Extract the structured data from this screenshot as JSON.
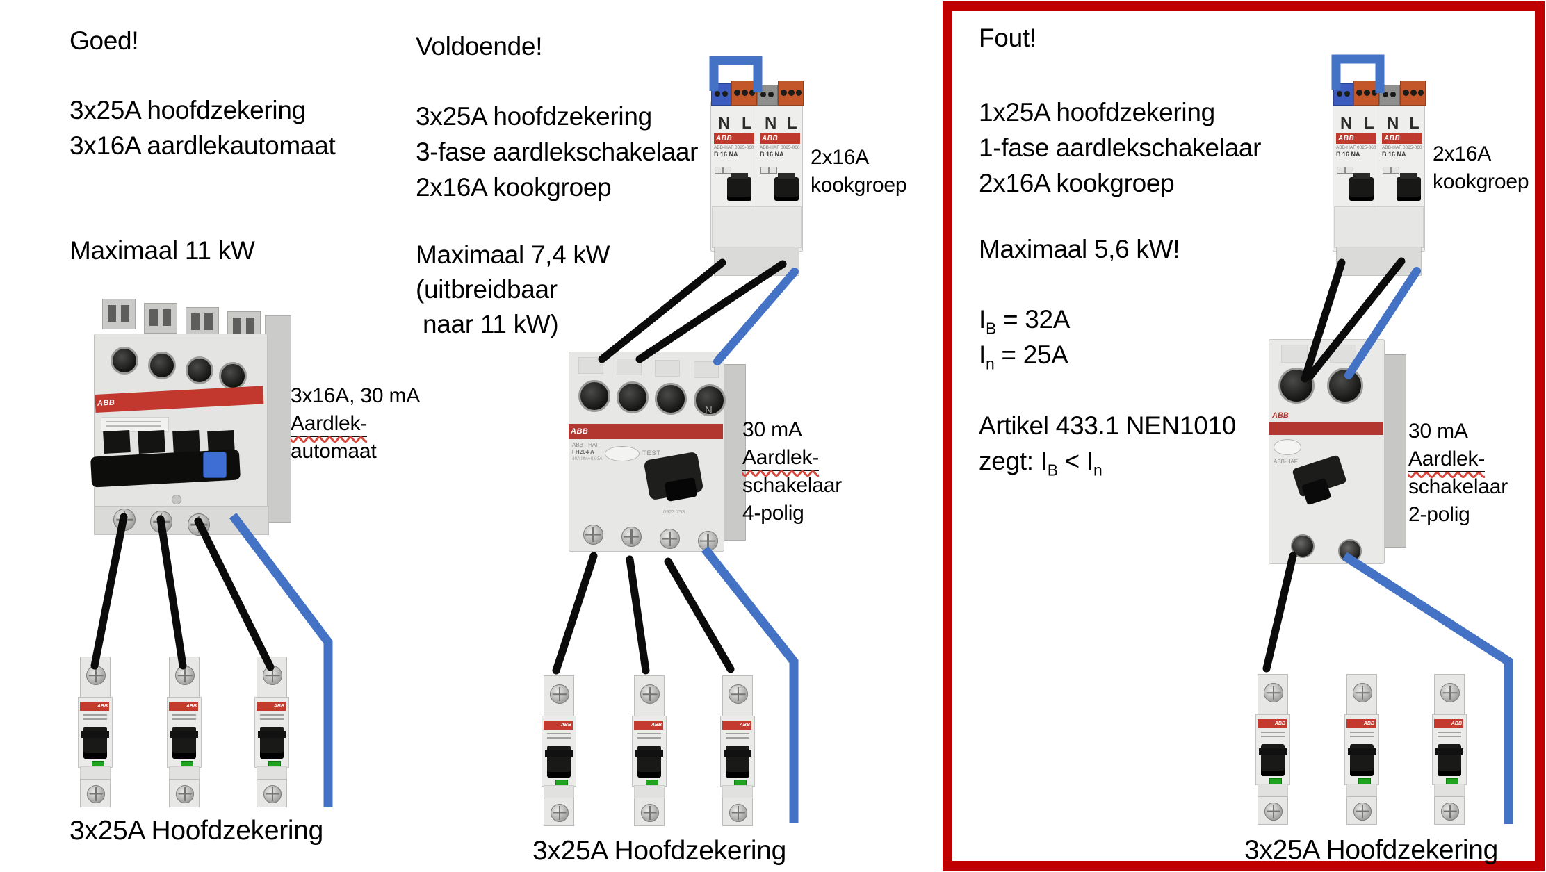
{
  "colors": {
    "wire_blue": "#4472c4",
    "wire_black": "#0b0b0b",
    "panel_red": "#c00000",
    "abb_red": "#bf392e",
    "indicator_green": "#1ea31e"
  },
  "panel_goed": {
    "title": "Goed!",
    "spec_line1": "3x25A hoofdzekering",
    "spec_line2": "3x16A aardlekautomaat",
    "max_line": "Maximaal 11 kW",
    "device_label_line1": "3x16A, 30 mA",
    "device_label_line2": "Aardlek-",
    "device_label_line3": "automaat",
    "bottom_label": "3x25A Hoofdzekering"
  },
  "panel_voldoende": {
    "title": "Voldoende!",
    "spec_line1": "3x25A hoofdzekering",
    "spec_line2": "3-fase aardlekschakelaar",
    "spec_line3": "2x16A kookgroep",
    "max_line1": "Maximaal 7,4 kW",
    "max_line2": "(uitbreidbaar",
    "max_line3": " naar 11 kW)",
    "kookgroep_label_line1": "2x16A",
    "kookgroep_label_line2": "kookgroep",
    "rcd_label_line1": "30 mA",
    "rcd_label_line2": "Aardlek-",
    "rcd_label_line3": "schakelaar",
    "rcd_label_line4": "4-polig",
    "bottom_label": "3x25A Hoofdzekering"
  },
  "panel_fout": {
    "title": "Fout!",
    "spec_line1": "1x25A hoofdzekering",
    "spec_line2": "1-fase aardlekschakelaar",
    "spec_line3": "2x16A kookgroep",
    "max_line": "Maximaal 5,6 kW!",
    "formula1_pre": "I",
    "formula1_sub": "B",
    "formula1_rest": " = 32A",
    "formula2_pre": "I",
    "formula2_sub": "n",
    "formula2_rest": " = 25A",
    "artikel_line": "Artikel 433.1 NEN1010",
    "zegt_pre": "zegt: I",
    "zegt_sub1": "B",
    "zegt_mid": " < I",
    "zegt_sub2": "n",
    "kookgroep_label_line1": "2x16A",
    "kookgroep_label_line2": "kookgroep",
    "rcd_label_line1": "30 mA",
    "rcd_label_line2": "Aardlek-",
    "rcd_label_line3": "schakelaar",
    "rcd_label_line4": "2-polig",
    "bottom_label": "3x25A Hoofdzekering"
  },
  "device_micro": {
    "abb": "ABB",
    "term_n": "N",
    "term_l": "L",
    "kook_model_line1": "ABB-HAF  0025-060",
    "kook_model_line2": "B 16 NA",
    "rcd4_line1": "ABB - HAF",
    "rcd4_line2": "FH204 A",
    "rcd4_line3": "40A  IΔn=0,03A",
    "rcd4_test": "TEST",
    "rcd4_code": "0923 753",
    "rcd4_n": "N",
    "rcd2_line1": "ABB-HAF"
  }
}
